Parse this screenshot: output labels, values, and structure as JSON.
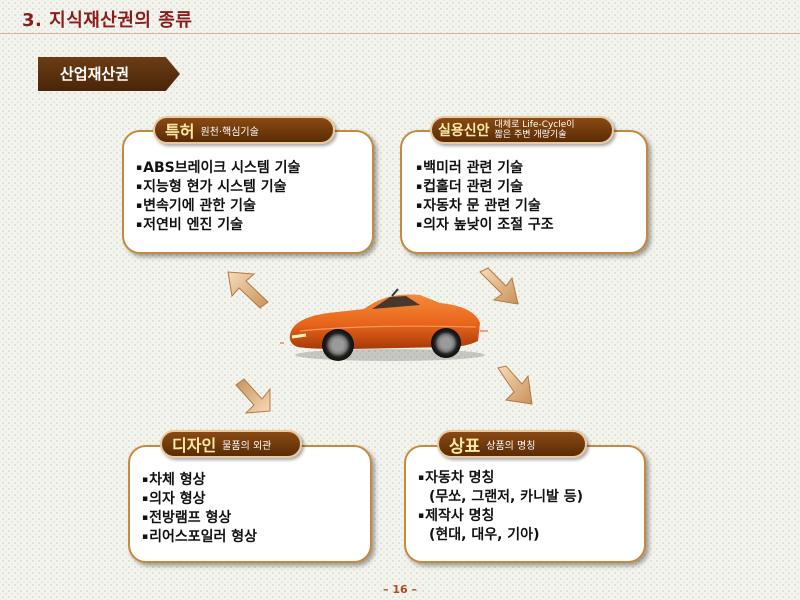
{
  "title": "3. 지식재산권의 종류",
  "section": "산업재산권",
  "boxes": {
    "patent": {
      "title": "특허",
      "subtitle": "원천·핵심기술",
      "items": [
        "ABS브레이크 시스템 기술",
        "지능형 현가 시스템 기술",
        "변속기에 관한 기술",
        "저연비 엔진 기술"
      ]
    },
    "utility": {
      "title": "실용신안",
      "subtitle_line1": "대체로 Life-Cycle이",
      "subtitle_line2": "짧은 주변 개량기술",
      "items": [
        "백미러 관련 기술",
        "컵홀더 관련 기술",
        "자동차 문 관련 기술",
        "의자 높낮이 조절 구조"
      ]
    },
    "design": {
      "title": "디자인",
      "subtitle": "물품의 외관",
      "items": [
        "차체 형상",
        "의자 형상",
        "전방램프 형상",
        "리어스포일러 형상"
      ]
    },
    "trademark": {
      "title": "상표",
      "subtitle": "상품의 명칭",
      "item1": "자동차 명칭",
      "item1_detail": "(무쏘, 그랜저, 카니발 등)",
      "item2": "제작사 명칭",
      "item2_detail": "(현대, 대우, 기아)"
    }
  },
  "bullet": "▪",
  "icons": {
    "arrows": "block-arrow-icon",
    "center": "sports-car-image"
  },
  "colors": {
    "title": "#8a1c1c",
    "banner": "#5a2c05",
    "box_border": "#c68a3c",
    "label_text": "#ffe9a8",
    "car": "#e8641a"
  },
  "page_number": "– 16 –"
}
